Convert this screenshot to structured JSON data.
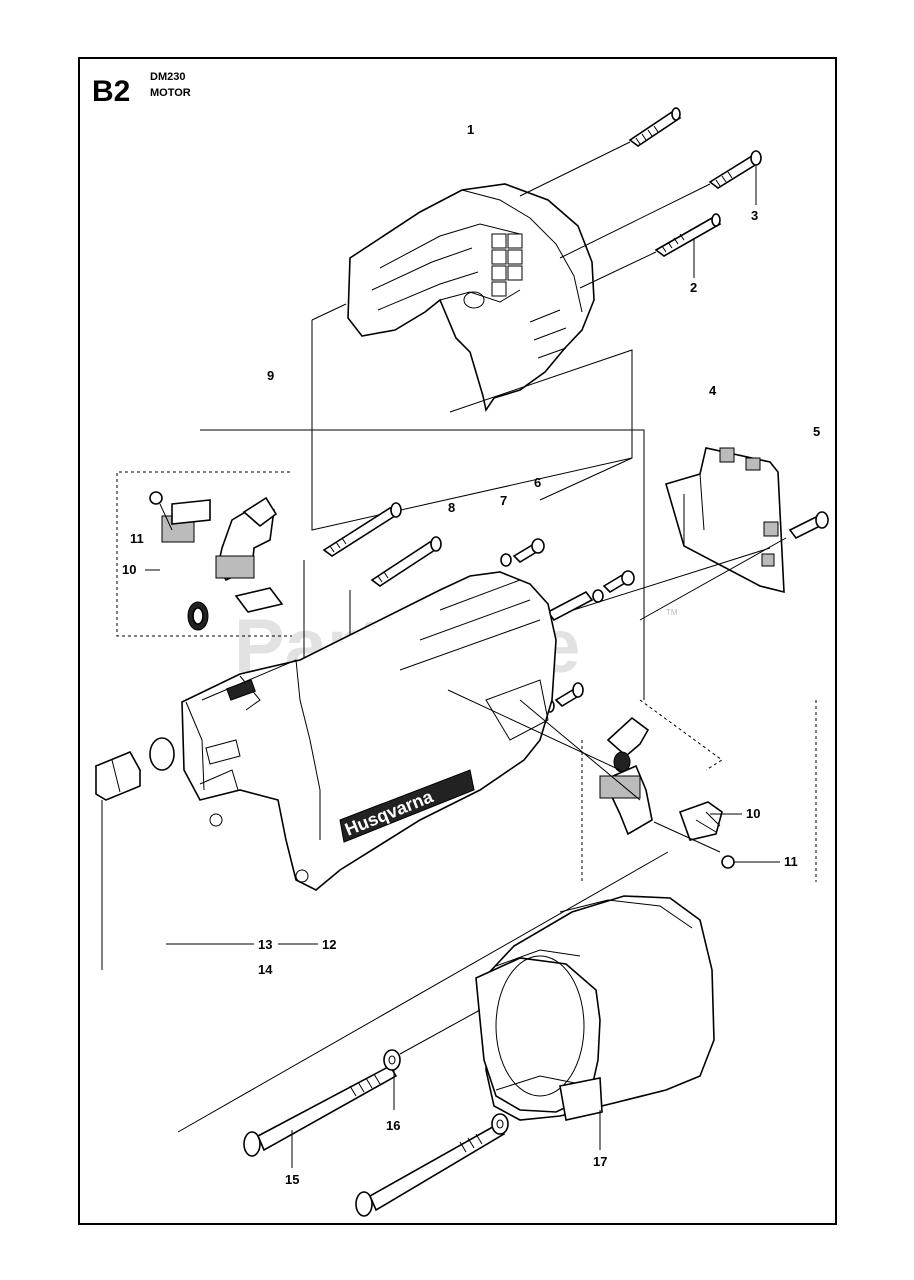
{
  "header": {
    "code": "B2",
    "model": "DM230",
    "section": "MOTOR"
  },
  "watermark": {
    "text": "PartsTree",
    "tm": "TM"
  },
  "brand_label": "Husqvarna",
  "callouts": {
    "c1": "1",
    "c2": "2",
    "c3": "3",
    "c4": "4",
    "c5": "5",
    "c6": "6",
    "c7": "7",
    "c8": "8",
    "c9": "9",
    "c10a": "10",
    "c10b": "10",
    "c11a": "11",
    "c11b": "11",
    "c12": "12",
    "c13": "13",
    "c14": "14",
    "c15": "15",
    "c16": "16",
    "c17": "17"
  }
}
